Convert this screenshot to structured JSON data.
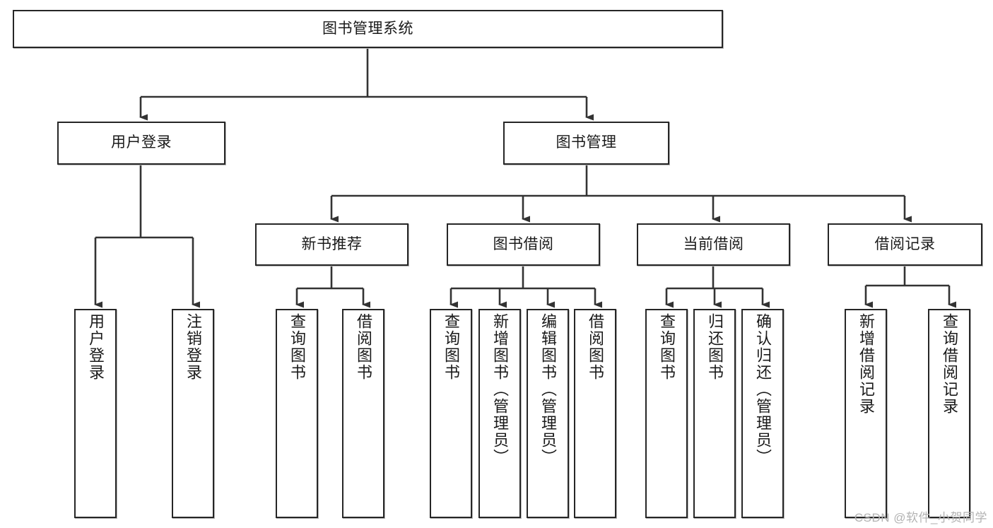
{
  "diagram": {
    "title": "图书管理系统",
    "type": "tree",
    "root": {
      "id": "root",
      "label": "图书管理系统",
      "orientation": "horizontal"
    },
    "level2": [
      {
        "id": "user-login",
        "label": "用户登录",
        "orientation": "horizontal"
      },
      {
        "id": "book-manage",
        "label": "图书管理",
        "orientation": "horizontal"
      }
    ],
    "level3": [
      {
        "id": "new-book-recommend",
        "label": "新书推荐",
        "orientation": "horizontal",
        "parent": "book-manage"
      },
      {
        "id": "book-borrow",
        "label": "图书借阅",
        "orientation": "horizontal",
        "parent": "book-manage"
      },
      {
        "id": "current-borrow",
        "label": "当前借阅",
        "orientation": "horizontal",
        "parent": "book-manage"
      },
      {
        "id": "borrow-record",
        "label": "借阅记录",
        "orientation": "horizontal",
        "parent": "book-manage"
      }
    ],
    "leaves": [
      {
        "id": "leaf-user-login",
        "label": "用户登录",
        "orientation": "vertical",
        "parent": "user-login"
      },
      {
        "id": "leaf-user-logout",
        "label": "注销登录",
        "orientation": "vertical",
        "parent": "user-login"
      },
      {
        "id": "leaf-query-book-1",
        "label": "查询图书",
        "orientation": "vertical",
        "parent": "new-book-recommend"
      },
      {
        "id": "leaf-borrow-book-1",
        "label": "借阅图书",
        "orientation": "vertical",
        "parent": "new-book-recommend"
      },
      {
        "id": "leaf-query-book-2",
        "label": "查询图书",
        "orientation": "vertical",
        "parent": "book-borrow"
      },
      {
        "id": "leaf-add-book",
        "label": "新增图书（管理员）",
        "orientation": "vertical",
        "parent": "book-borrow"
      },
      {
        "id": "leaf-edit-book",
        "label": "编辑图书（管理员）",
        "orientation": "vertical",
        "parent": "book-borrow"
      },
      {
        "id": "leaf-borrow-book-2",
        "label": "借阅图书",
        "orientation": "vertical",
        "parent": "book-borrow"
      },
      {
        "id": "leaf-query-book-3",
        "label": "查询图书",
        "orientation": "vertical",
        "parent": "current-borrow"
      },
      {
        "id": "leaf-return-book",
        "label": "归还图书",
        "orientation": "vertical",
        "parent": "current-borrow"
      },
      {
        "id": "leaf-confirm-return",
        "label": "确认归还（管理员）",
        "orientation": "vertical",
        "parent": "current-borrow"
      },
      {
        "id": "leaf-add-record",
        "label": "新增借阅记录",
        "orientation": "vertical",
        "parent": "borrow-record"
      },
      {
        "id": "leaf-query-record",
        "label": "查询借阅记录",
        "orientation": "vertical",
        "parent": "borrow-record"
      }
    ],
    "colors": {
      "stroke": "#262626",
      "fill": "#ffffff",
      "text": "#1a1a1a",
      "watermark": "#b3b3b3",
      "shadow": "#b8b8b8"
    }
  },
  "watermark": {
    "text": "CSDN @软件_小贺同学"
  }
}
